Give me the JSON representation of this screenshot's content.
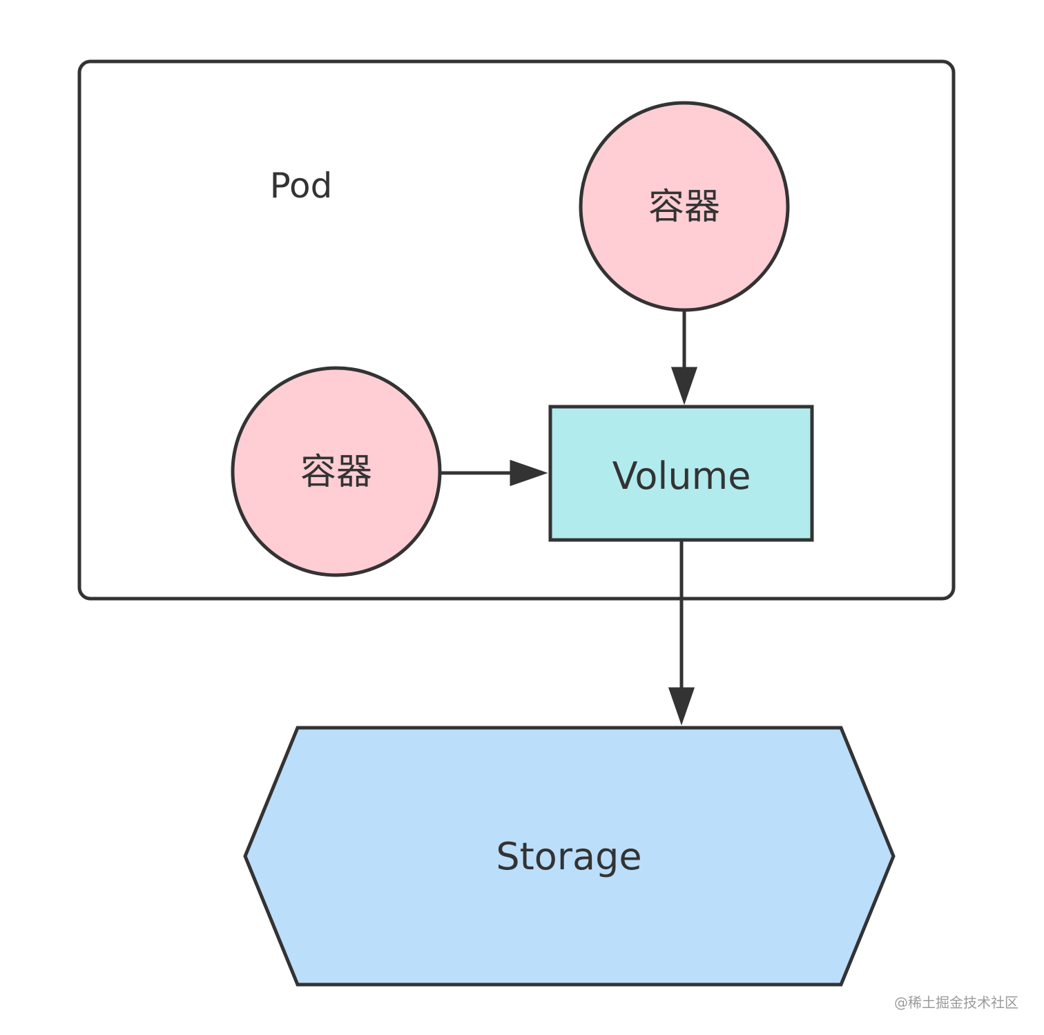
{
  "diagram": {
    "pod": {
      "label": "Pod"
    },
    "container_top": {
      "label": "容器"
    },
    "container_left": {
      "label": "容器"
    },
    "volume": {
      "label": "Volume"
    },
    "storage": {
      "label": "Storage"
    },
    "watermark": "@稀土掘金技术社区"
  },
  "colors": {
    "container_fill": "#ffcdd4",
    "volume_fill": "#b2ebee",
    "storage_fill": "#bbdefb",
    "stroke": "#333333",
    "background": "#ffffff"
  },
  "edges": [
    {
      "from": "container_top",
      "to": "volume"
    },
    {
      "from": "container_left",
      "to": "volume"
    },
    {
      "from": "volume",
      "to": "storage"
    }
  ]
}
